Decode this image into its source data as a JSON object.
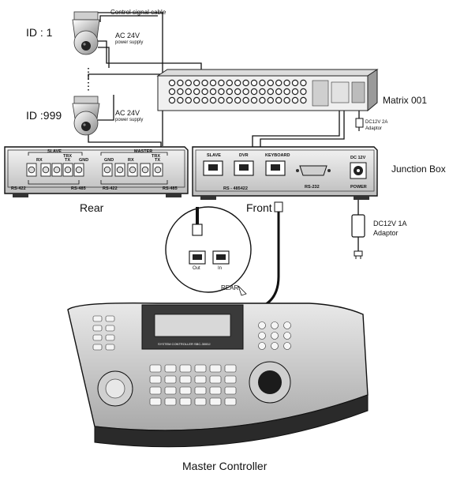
{
  "cameras": [
    {
      "id_label": "ID : 1",
      "power_label": "AC 24V",
      "power_sub": "power supply"
    },
    {
      "id_label": "ID :999",
      "power_label": "AC 24V",
      "power_sub": "power supply"
    }
  ],
  "control_cable_label": "Control signal cable",
  "matrix": {
    "label": "Matrix  001",
    "adaptor_line1": "DC12V 2A",
    "adaptor_line2": "Adaptor"
  },
  "rear_panel": {
    "caption": "Rear",
    "slave_label": "SLAVE",
    "master_label": "MASTER",
    "trx_label": "TRX",
    "rx_label": "RX",
    "tx_label": "TX",
    "gnd_label": "GND",
    "rs422_label": "RS-422",
    "rs485_label": "RS-485"
  },
  "front_panel": {
    "caption": "Front",
    "ports": [
      "SLAVE",
      "DVR",
      "KEYBOARD"
    ],
    "rs485422_label": "RS - 485422",
    "rs232_label": "RS-232",
    "dc_label": "DC 12V",
    "power_label": "POWER"
  },
  "junction_box_label": "Junction Box",
  "adaptor": {
    "line1": "DC12V 1A",
    "line2": "Adaptor"
  },
  "zoom": {
    "out_label": "Out",
    "in_label": "In",
    "rear_label": "REAR"
  },
  "controller": {
    "caption": "Master Controller",
    "brand_text": "SYSTEM CONTROLLER  SBC-3000J"
  },
  "colors": {
    "line": "#111111",
    "panel": "#e8e8e8",
    "dark": "#222222"
  }
}
